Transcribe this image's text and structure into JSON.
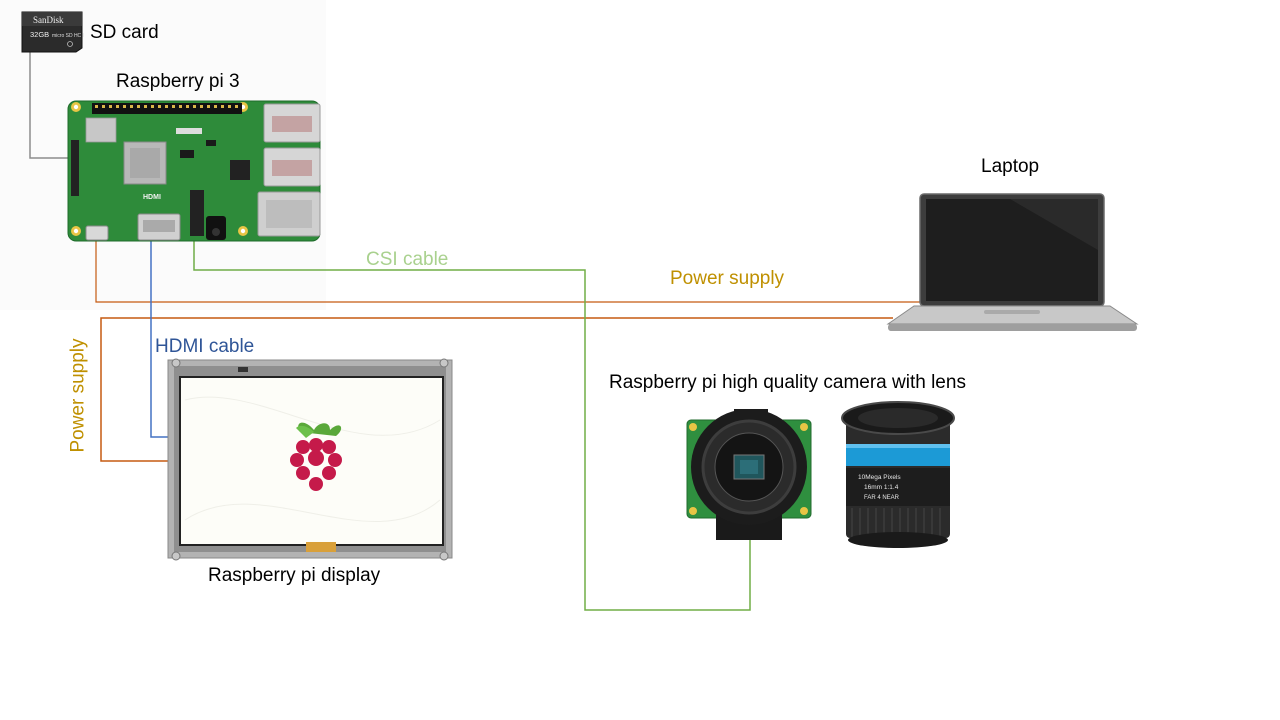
{
  "labels": {
    "sd_card": "SD card",
    "raspberry_pi": "Raspberry pi 3",
    "laptop": "Laptop",
    "camera": "Raspberry pi high quality camera with lens",
    "display": "Raspberry pi display"
  },
  "cables": {
    "csi": "CSI cable",
    "hdmi": "HDMI cable",
    "power_laptop": "Power supply",
    "power_display": "Power supply"
  },
  "sd_card": {
    "brand": "SanDisk",
    "capacity": "32GB",
    "type": "micro SD HC I"
  },
  "pi_board": {
    "hdmi_text": "HDMI"
  },
  "lens": {
    "brand_text": "10Mega Pixels",
    "spec_text": "16mm 1:1.4",
    "focus_text": "FAR 4  NEAR"
  },
  "colors": {
    "csi_cable": "#70ad47",
    "csi_label": "#a9d18e",
    "hdmi_cable": "#4472c4",
    "hdmi_label": "#2f5597",
    "power_cable": "#c55a11",
    "power_label": "#bf9000",
    "pi_board": "#2e8b3a",
    "camera_board": "#2f8f3f",
    "lens_ring": "#1c9ad6"
  }
}
